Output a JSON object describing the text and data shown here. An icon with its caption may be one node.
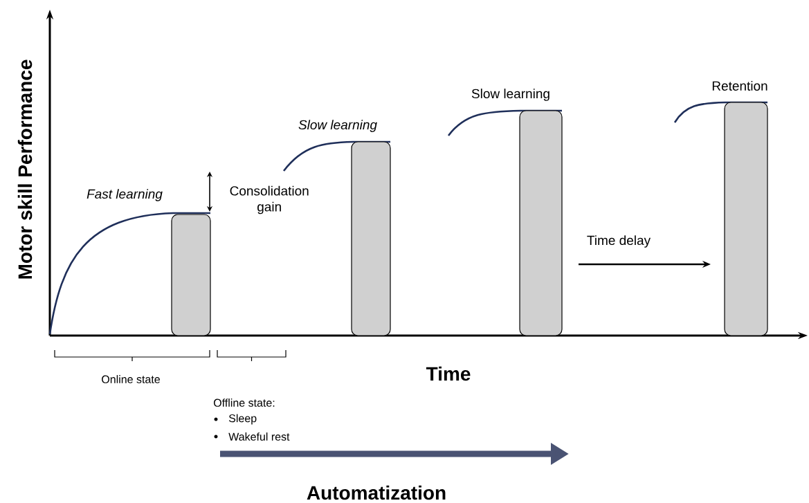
{
  "diagram": {
    "nodes": [
      {
        "text": [],
        "shape": "bar",
        "beside": [
          "Fast learning"
        ]
      },
      {
        "text": [],
        "shape": "bar",
        "beside": [
          "Slow learning"
        ]
      },
      {
        "text": [],
        "shape": "bar",
        "beside": [
          "Slow learning"
        ]
      },
      {
        "text": [],
        "shape": "bar",
        "beside": [
          "Retention"
        ]
      }
    ],
    "labels": [
      "Motor skill Performance",
      "Consolidation gain",
      "Time delay",
      "Online state",
      "Offline state:",
      "Sleep",
      "Wakeful rest",
      "Time",
      "Automatization"
    ]
  }
}
